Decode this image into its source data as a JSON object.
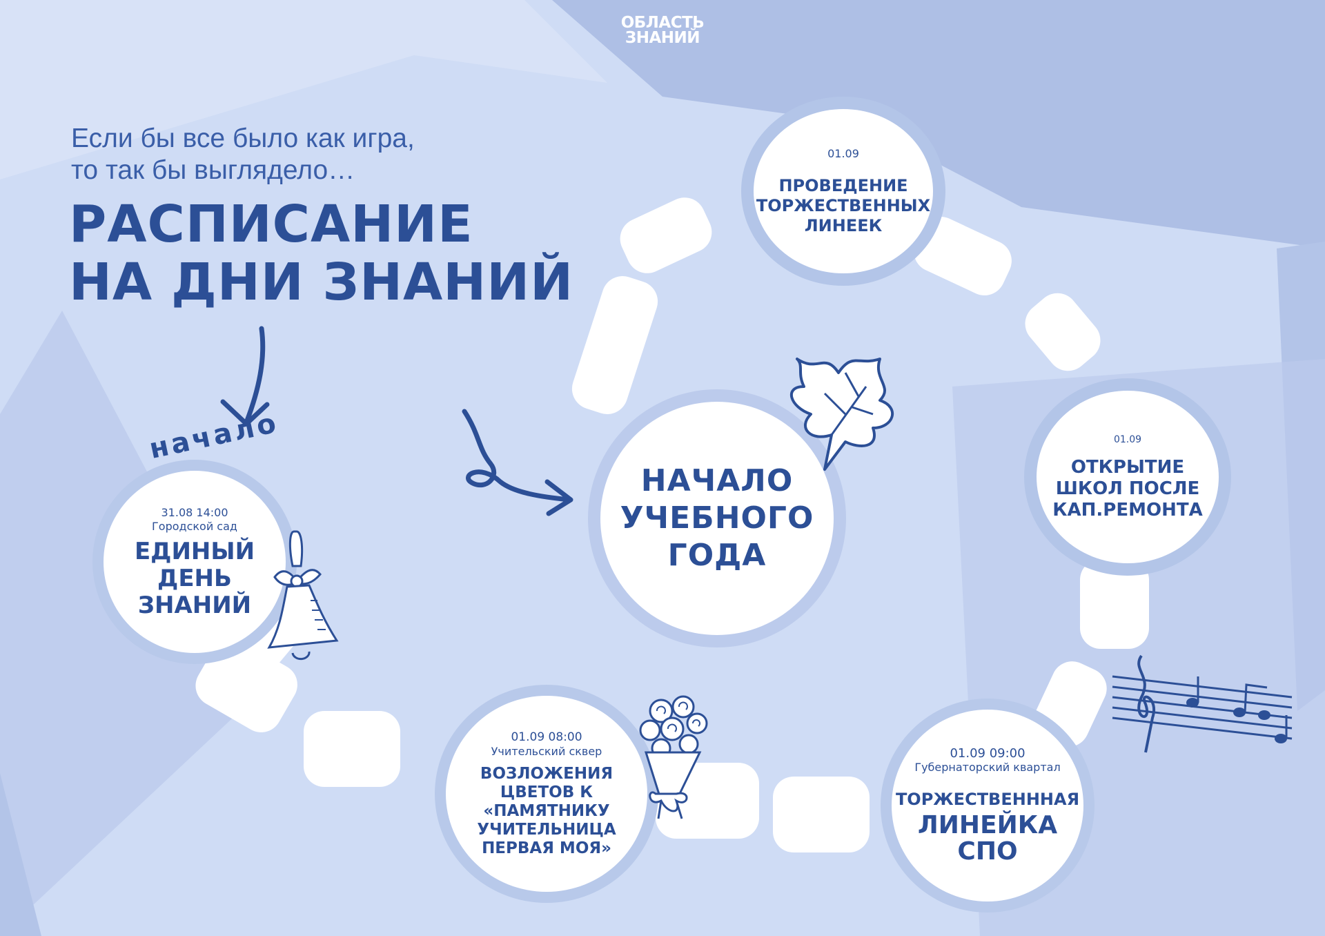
{
  "brand": {
    "line1": "ОБЛАСТЬ",
    "line2": "ЗНАНИЙ"
  },
  "intro": {
    "line1": "Если бы все было как игра,",
    "line2": "то так бы выглядело…"
  },
  "headline": {
    "line1": "РАСПИСАНИЕ",
    "line2": "НА ДНИ ЗНАНИЙ"
  },
  "start_label": "начало",
  "events": {
    "unified_day": {
      "date": "31.08 14:00",
      "place": "Городской сад",
      "title_lines": [
        "ЕДИНЫЙ",
        "ДЕНЬ",
        "ЗНАНИЙ"
      ]
    },
    "school_year": {
      "title_lines": [
        "НАЧАЛО",
        "УЧЕБНОГО",
        "ГОДА"
      ]
    },
    "lineups": {
      "date": "01.09",
      "title_lines": [
        "ПРОВЕДЕНИЕ",
        "ТОРЖЕСТВЕННЫХ",
        "ЛИНЕЕК"
      ]
    },
    "schools_opening": {
      "date": "01.09",
      "title_lines": [
        "ОТКРЫТИЕ",
        "ШКОЛ ПОСЛЕ",
        "КАП.РЕМОНТА"
      ]
    },
    "spo_lineup": {
      "date": "01.09 09:00",
      "place": "Губернаторский квартал",
      "title_lines": [
        "ТОРЖЕСТВЕНННАЯ",
        "ЛИНЕЙКА",
        "СПО"
      ]
    },
    "flowers": {
      "date": "01.09 08:00",
      "place": "Учительский сквер",
      "title_lines": [
        "ВОЗЛОЖЕНИЯ",
        "ЦВЕТОВ К",
        "«ПАМЯТНИКУ",
        "УЧИТЕЛЬНИЦА",
        "ПЕРВАЯ МОЯ»"
      ]
    }
  },
  "icons": [
    "bell-icon",
    "maple-leaf-icon",
    "bouquet-icon",
    "music-notes-icon",
    "arrow-down-icon",
    "squiggle-arrow-icon"
  ],
  "colors": {
    "background": "#cfdcf5",
    "track": "#ffffff",
    "ring": "#b8c9ea",
    "text": "#2c4f96",
    "accent_dark": "#a9bde6"
  }
}
